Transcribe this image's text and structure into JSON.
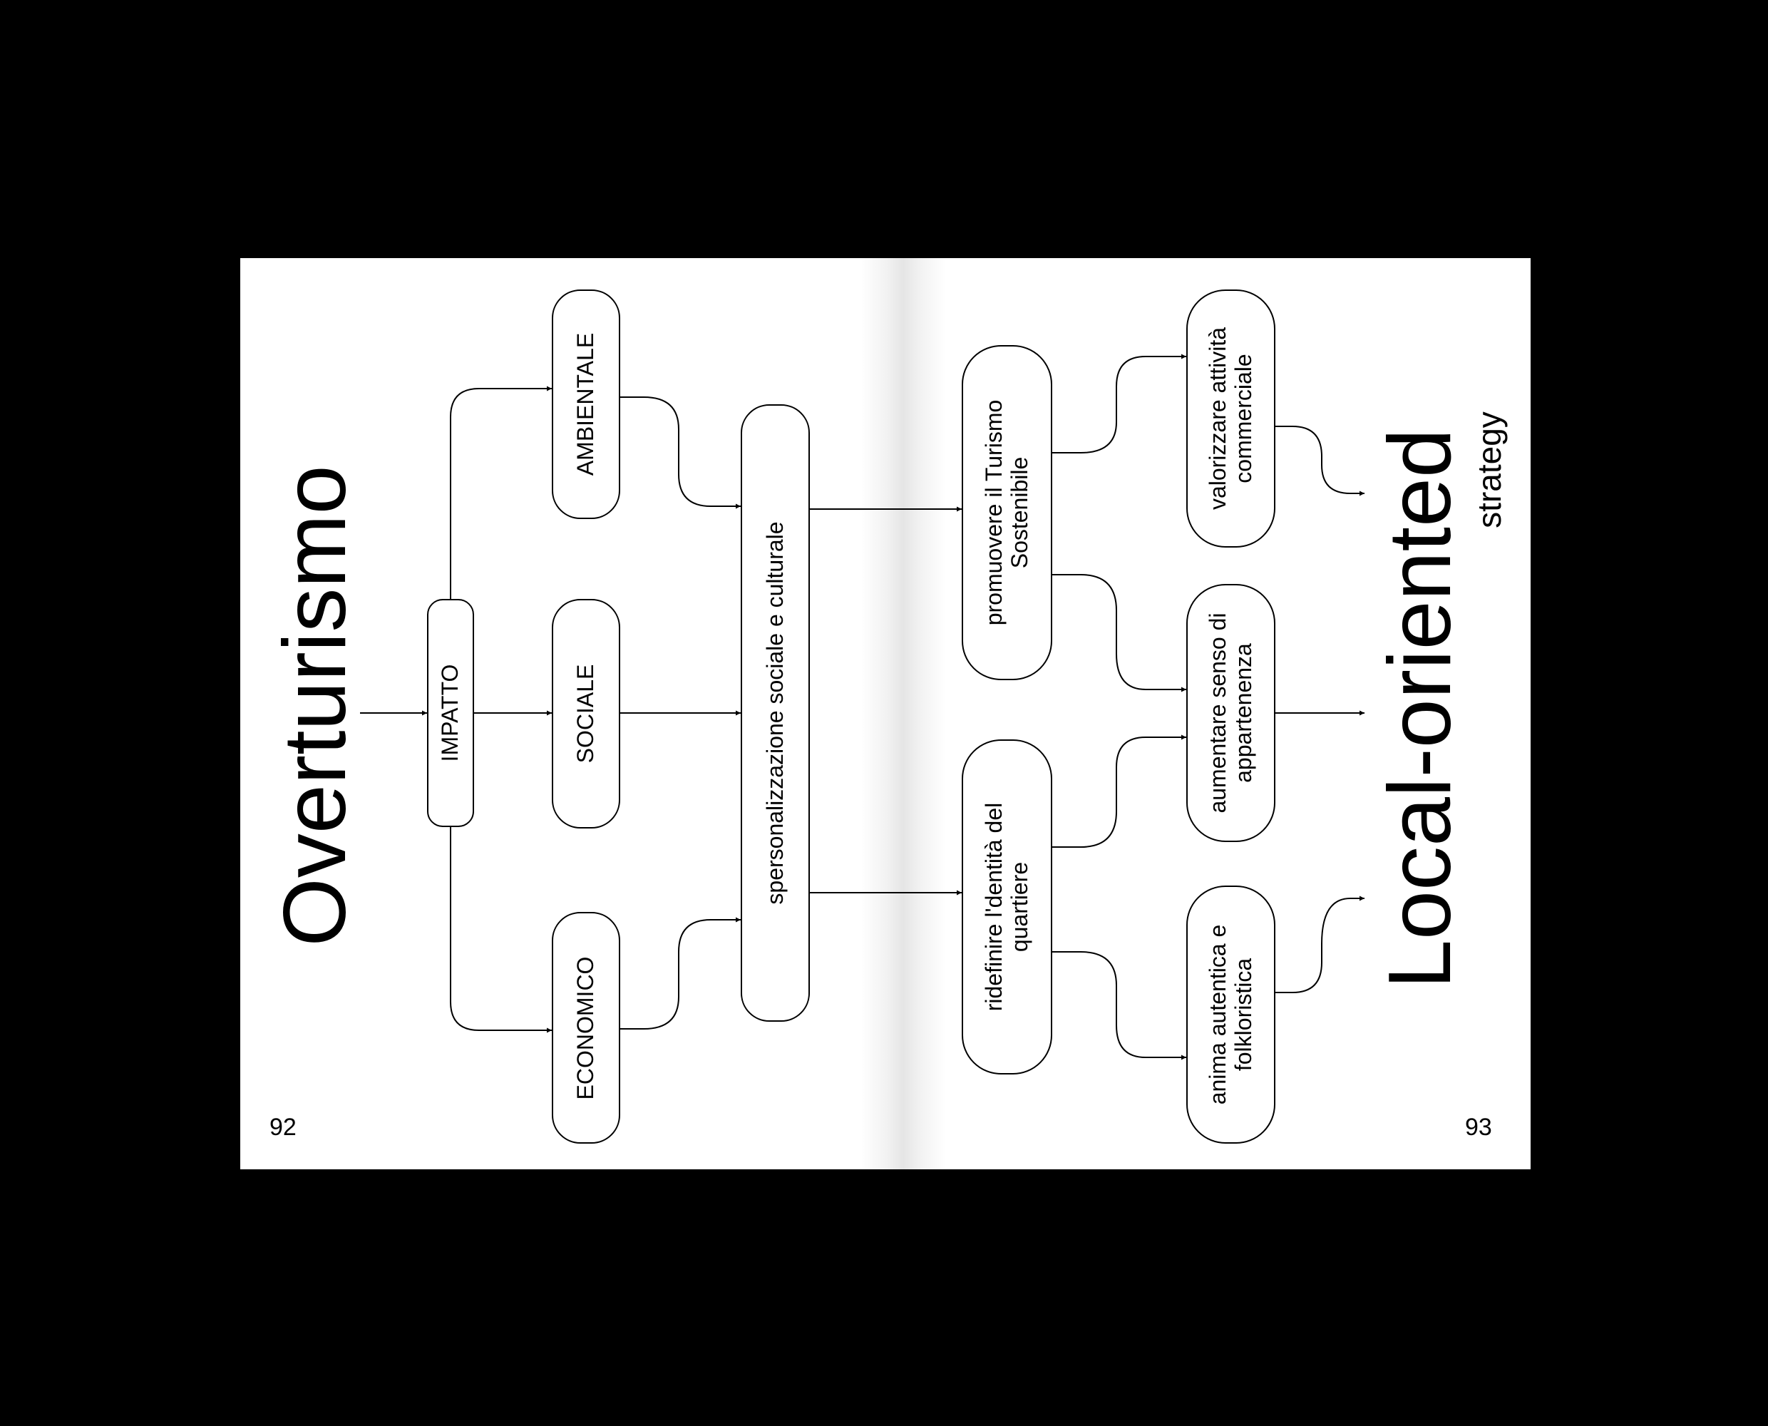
{
  "page": {
    "left_title": "Overturismo",
    "right_title": "Local-oriented",
    "right_subtitle": "strategy",
    "left_page_number": "92",
    "right_page_number": "93"
  },
  "nodes": {
    "impatto": "IMPATTO",
    "ambientale": "AMBIENTALE",
    "sociale": "SOCIALE",
    "economico": "ECONOMICO",
    "spersonalizzazione": "spersonalizzazione sociale e culturale",
    "promuovere": "promuovere il Turismo\nSostenibile",
    "ridefinire": "ridefinire l'dentità del\nquartiere",
    "valorizzare": "valorizzare attività\ncommerciale",
    "aumentare": "aumentare senso di\nappartenenza",
    "anima": "anima autentica e\nfolkloristica"
  }
}
